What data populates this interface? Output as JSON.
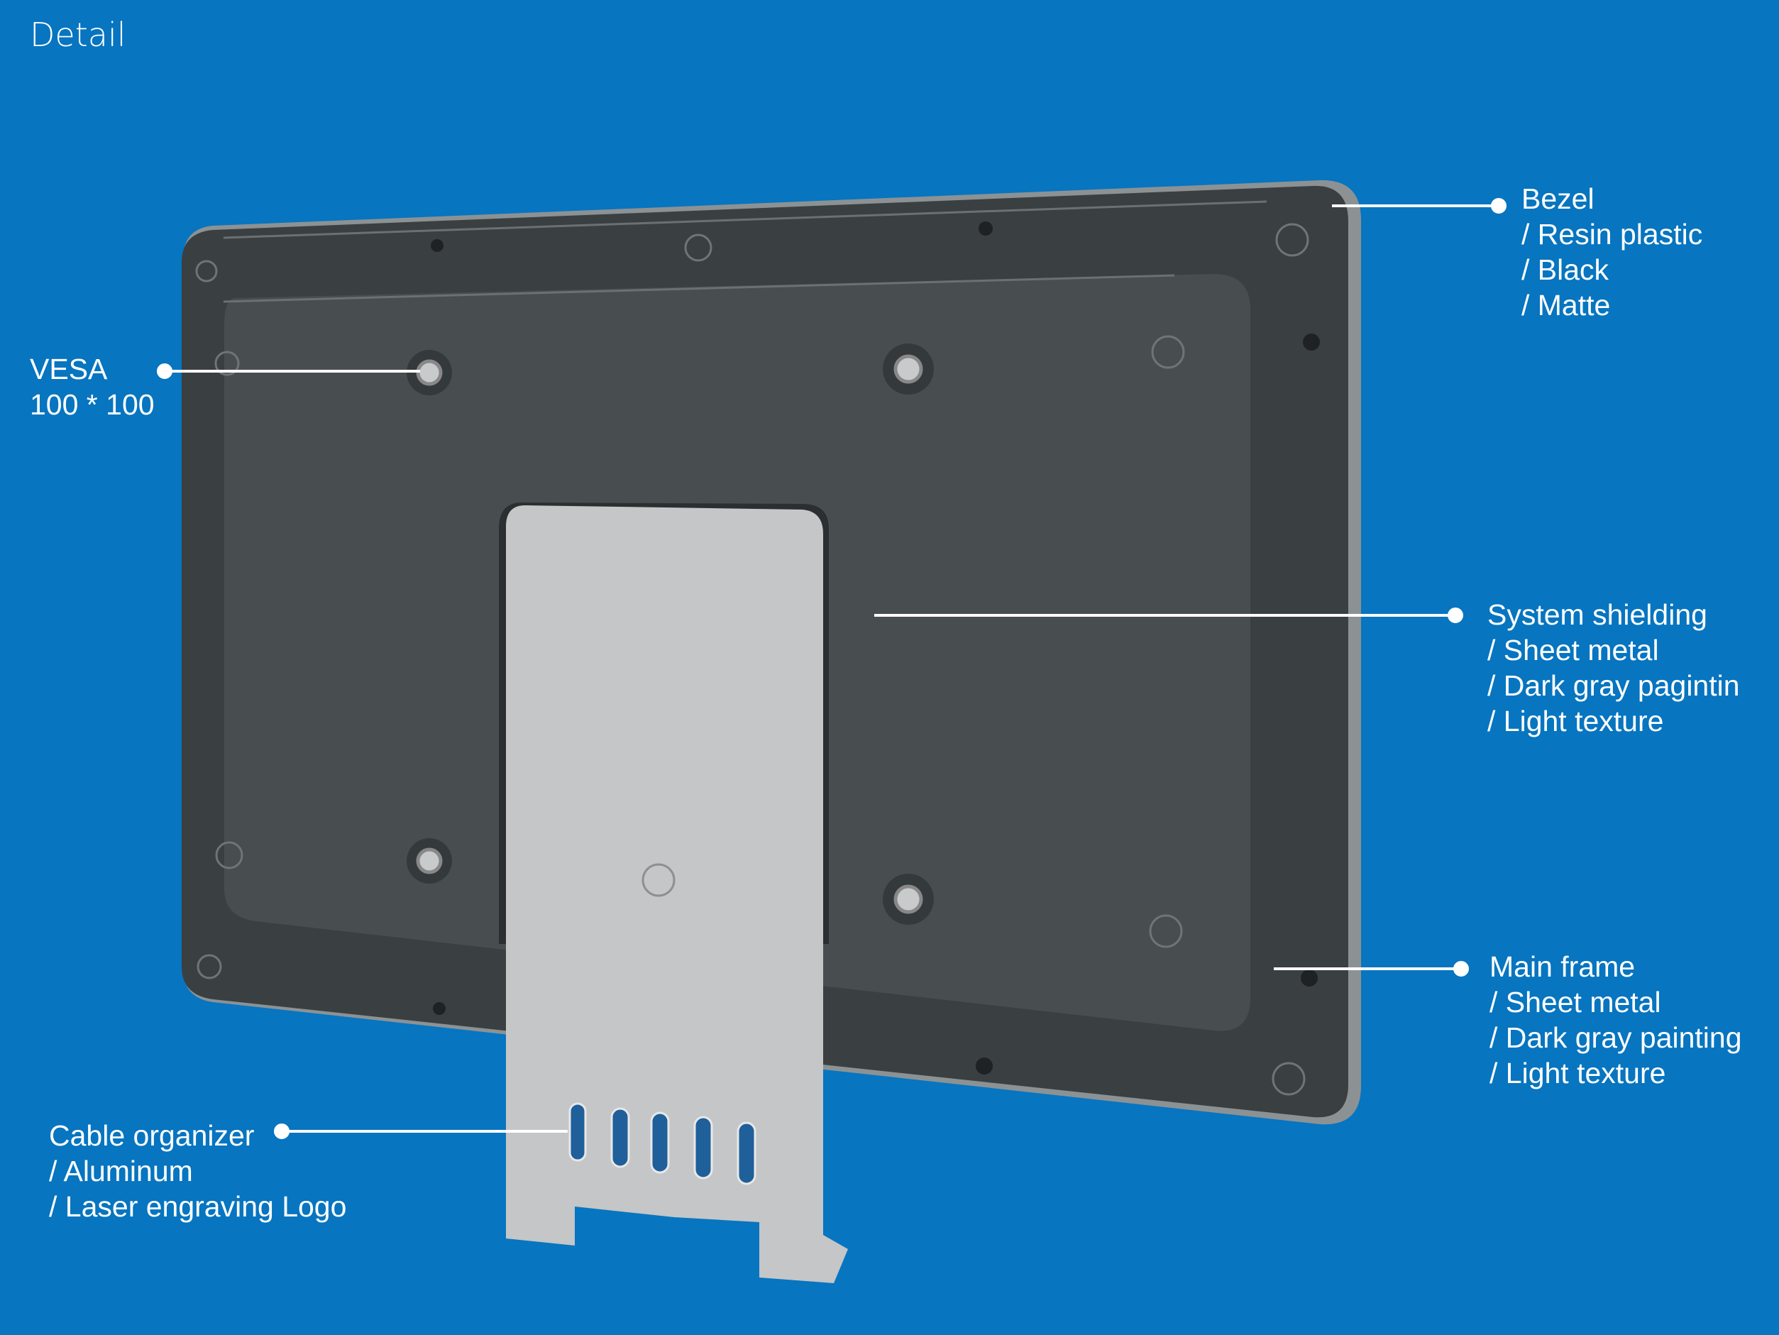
{
  "title": "Detail",
  "callouts": {
    "bezel": [
      "Bezel",
      "/ Resin plastic",
      "/ Black",
      "/ Matte"
    ],
    "vesa": [
      "VESA",
      "100 * 100"
    ],
    "system_shielding": [
      "System shielding",
      "/ Sheet metal",
      "/ Dark gray pa",
      "intin",
      "/ Light texture"
    ],
    "system_shielding_overlap_glyph": "g",
    "main_frame": [
      "Main frame",
      "/ Sheet metal",
      "/ Dark gray painting",
      "/ Light texture"
    ],
    "cable_organizer": [
      "Cable organizer",
      "/ Aluminum",
      "/ Laser engraving Logo"
    ]
  },
  "colors": {
    "background": "#0775c0",
    "panel": "#3f4446",
    "stand": "#c4c6c7",
    "text": "#ffffff"
  }
}
